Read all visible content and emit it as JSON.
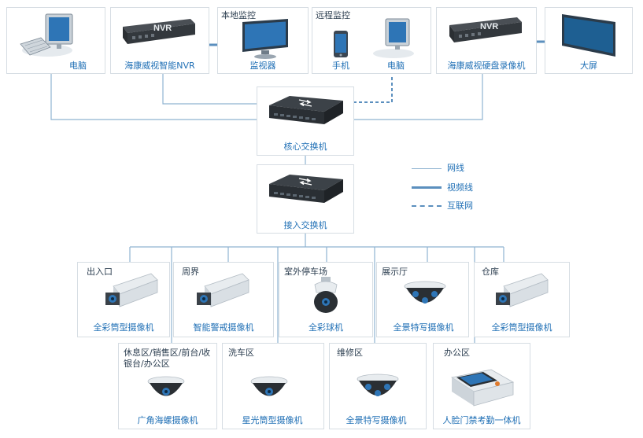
{
  "top": {
    "pc1_label": "电脑",
    "nvr1_badge": "NVR",
    "nvr1_label": "海康威视智能NVR",
    "local_title": "本地监控",
    "monitor_label": "监视器",
    "remote_title": "远程监控",
    "phone_label": "手机",
    "pc2_label": "电脑",
    "nvr2_badge": "NVR",
    "nvr2_label": "海康威视硬盘录像机",
    "bigscreen_label": "大屏"
  },
  "core": {
    "label": "核心交换机"
  },
  "access": {
    "label": "接入交换机"
  },
  "legend": {
    "network": "网线",
    "video": "视频线",
    "internet": "互联网"
  },
  "row1": [
    {
      "zone": "出入口",
      "device": "全彩筒型摄像机"
    },
    {
      "zone": "周界",
      "device": "智能警戒摄像机"
    },
    {
      "zone": "室外停车场",
      "device": "全彩球机"
    },
    {
      "zone": "展示厅",
      "device": "全景特写摄像机"
    },
    {
      "zone": "仓库",
      "device": "全彩筒型摄像机"
    }
  ],
  "row2": [
    {
      "zone": "休息区/销售区/前台/收银台/办公区",
      "device": "广角海螺摄像机"
    },
    {
      "zone": "洗车区",
      "device": "星光筒型摄像机"
    },
    {
      "zone": "维修区",
      "device": "全景特写摄像机"
    },
    {
      "zone": "办公区",
      "device": "人脸门禁考勤一体机"
    }
  ],
  "colors": {
    "line": "#8fb3d1",
    "video_line": "#5b8fbe",
    "label": "#1f6fb5",
    "border": "#d6dde3"
  }
}
